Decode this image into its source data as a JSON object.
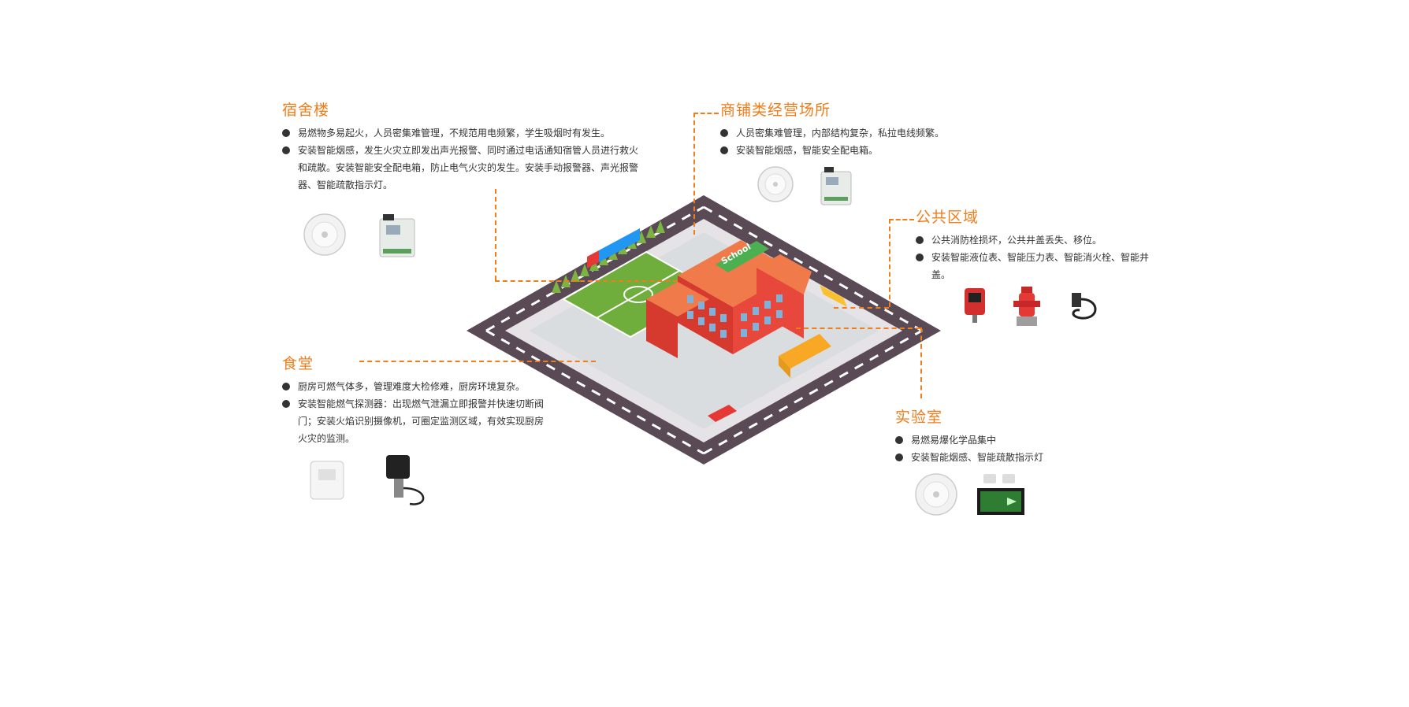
{
  "sections": {
    "dorm": {
      "title": "宿舍楼",
      "bullets": [
        "易燃物多易起火，人员密集难管理，不规范用电频繁，学生吸烟时有发生。",
        "安装智能烟感，发生火灾立即发出声光报警、同时通过电话通知宿管人员进行救火和疏散。安装智能安全配电箱，防止电气火灾的发生。安装手动报警器、声光报警器、智能疏散指示灯。"
      ],
      "devices": [
        "smoke-detector-icon",
        "distribution-box-icon"
      ]
    },
    "shop": {
      "title": "商铺类经营场所",
      "bullets": [
        "人员密集难管理，内部结构复杂，私拉电线频繁。",
        "安装智能烟感，智能安全配电箱。"
      ],
      "devices": [
        "smoke-detector-icon",
        "distribution-box-icon"
      ]
    },
    "public": {
      "title": "公共区域",
      "bullets": [
        "公共消防栓损坏，公共井盖丢失、移位。",
        "安装智能液位表、智能压力表、智能消火栓、智能井盖。"
      ],
      "devices": [
        "liquid-level-meter-icon",
        "fire-hydrant-icon",
        "pressure-sensor-icon"
      ]
    },
    "canteen": {
      "title": "食堂",
      "bullets": [
        "厨房可燃气体多，管理难度大检修难，厨房环境复杂。",
        "安装智能燃气探测器：出现燃气泄漏立即报警并快速切断阀门；安装火焰识别摄像机，可圈定监测区域，有效实现厨房火灾的监测。"
      ],
      "devices": [
        "gas-detector-icon",
        "shutoff-valve-icon"
      ]
    },
    "lab": {
      "title": "实验室",
      "bullets": [
        "易燃易爆化学品集中",
        "安装智能烟感、智能疏散指示灯"
      ],
      "devices": [
        "smoke-detector-icon",
        "emergency-exit-light-icon"
      ]
    }
  },
  "illustration": {
    "building_sign": "School"
  },
  "colors": {
    "accent": "#ef7d1a",
    "road": "#5a4a55",
    "building": "#e8473b",
    "field": "#6fae3c"
  }
}
